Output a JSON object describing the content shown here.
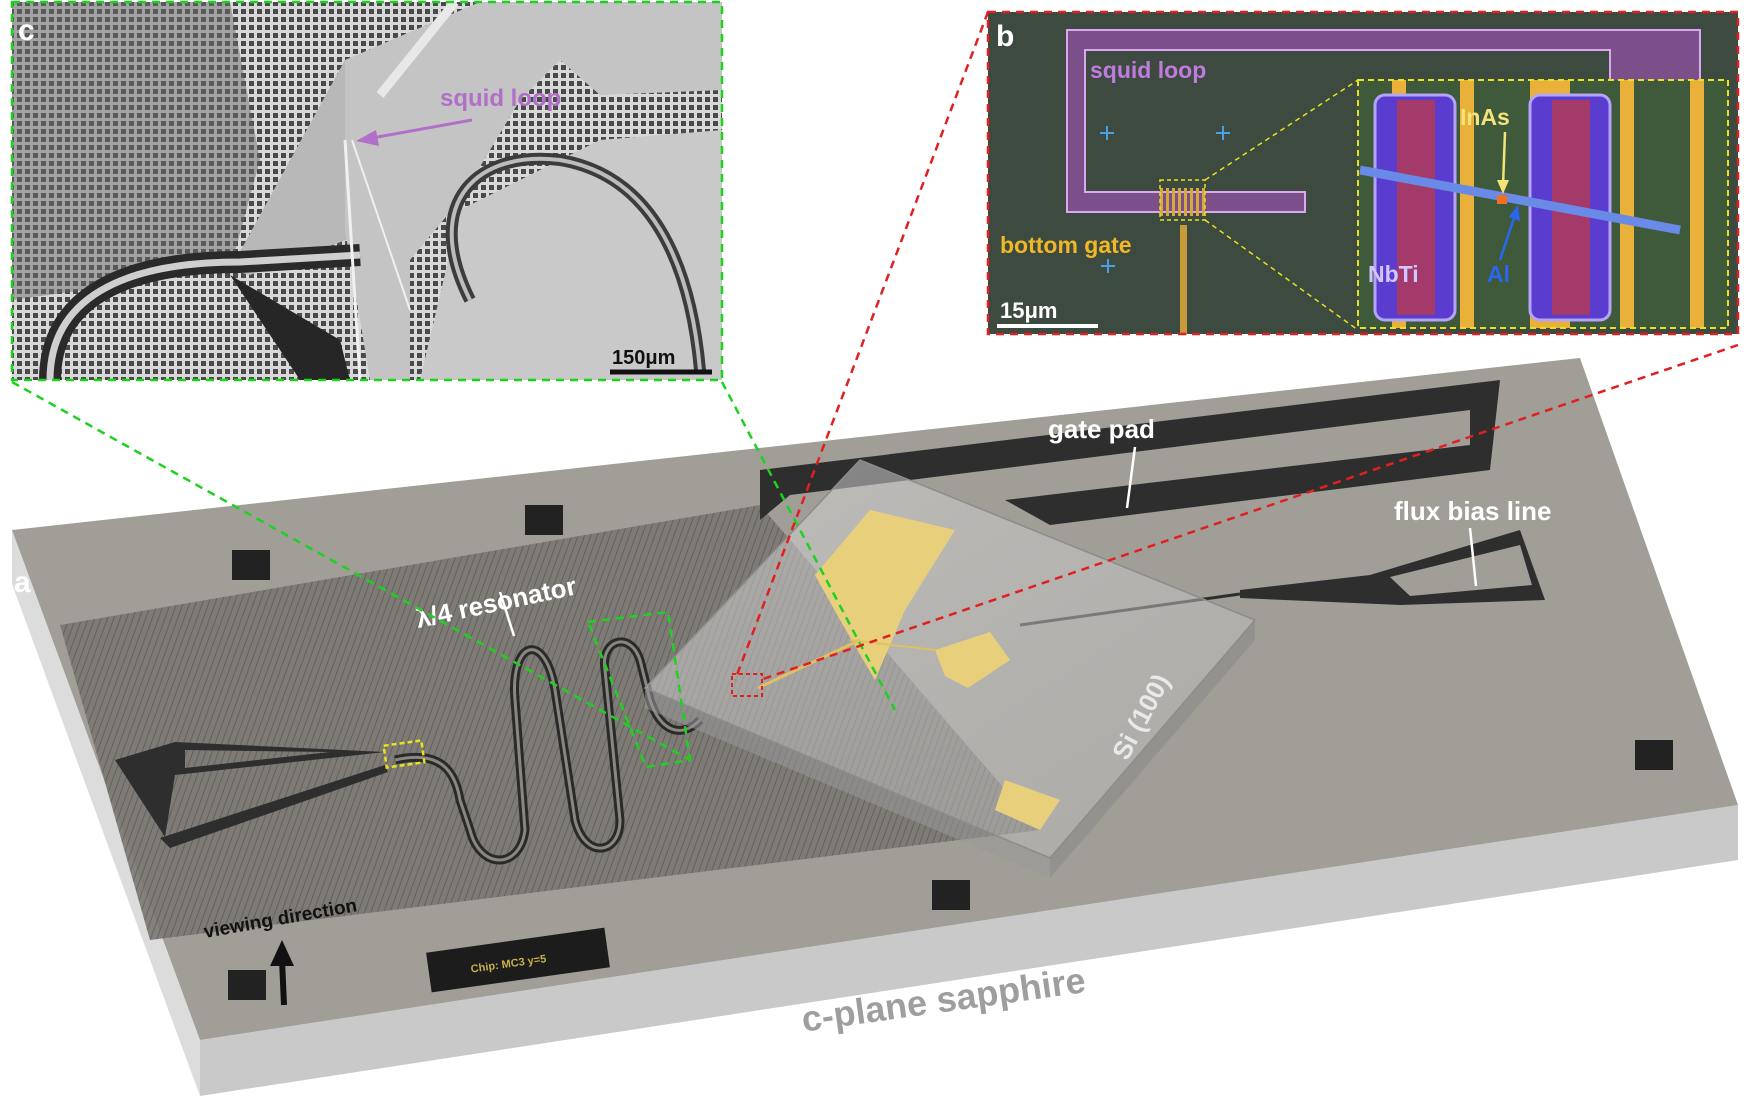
{
  "panels": {
    "a": "a",
    "b": "b",
    "c": "c"
  },
  "labels": {
    "resonator": "λ/4 resonator",
    "gate_pad": "gate pad",
    "flux_bias_line": "flux bias line",
    "substrate_top": "Si (100)",
    "substrate_bottom": "c-plane sapphire",
    "viewing_direction": "viewing direction",
    "chip_id": "Chip: MC3 y=5"
  },
  "panel_c": {
    "squid_loop": "squid loop",
    "scale_bar": "150μm"
  },
  "panel_b": {
    "squid_loop": "squid loop",
    "bottom_gate": "bottom gate",
    "scale_bar": "15μm",
    "inset_labels": {
      "inas": "InAs",
      "nbti": "NbTi",
      "al": "Al"
    }
  },
  "colors": {
    "zoom_c": "#1fd11f",
    "zoom_b": "#e02020",
    "highlight": "#e8e020",
    "squid": "#b070c8",
    "gate": "#f0b828",
    "nbti": "#8a6cf0",
    "al": "#2a66f0"
  }
}
